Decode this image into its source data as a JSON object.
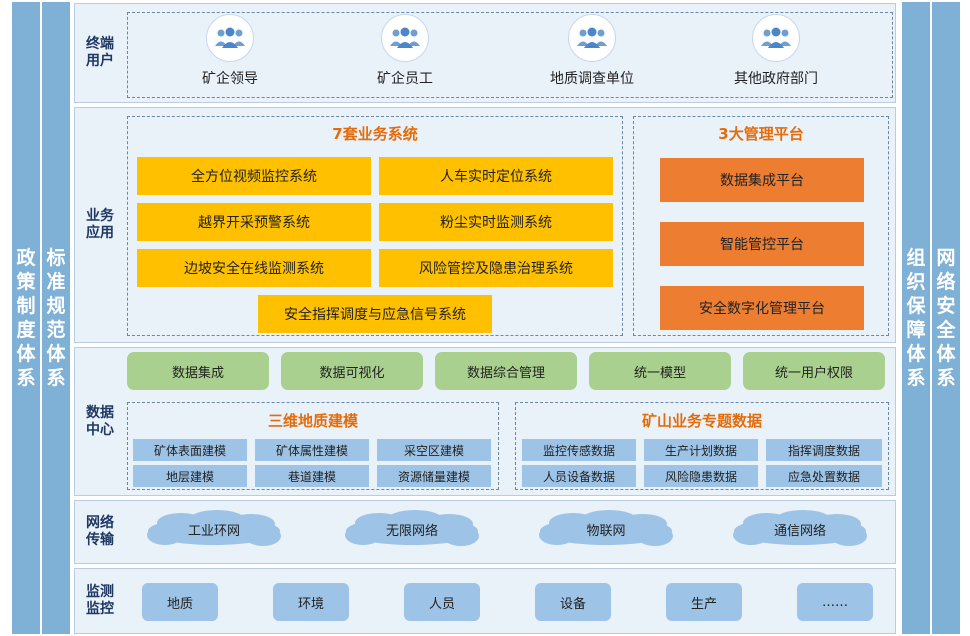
{
  "pillars": {
    "left_outer": "政策制度体系",
    "left_inner": "标准规范体系",
    "right_inner": "组织保障体系",
    "right_outer": "网络安全体系"
  },
  "terminal_users": {
    "label": "终端用户",
    "users": [
      "矿企领导",
      "矿企员工",
      "地质调查单位",
      "其他政府部门"
    ]
  },
  "business_apps": {
    "label": "业务应用",
    "systems_title": "7套业务系统",
    "systems": [
      "全方位视频监控系统",
      "人车实时定位系统",
      "越界开采预警系统",
      "粉尘实时监测系统",
      "边坡安全在线监测系统",
      "风险管控及隐患治理系统",
      "安全指挥调度与应急信号系统"
    ],
    "platforms_title": "3大管理平台",
    "platforms": [
      "数据集成平台",
      "智能管控平台",
      "安全数字化管理平台"
    ]
  },
  "data_center": {
    "label": "数据中心",
    "modules": [
      "数据集成",
      "数据可视化",
      "数据综合管理",
      "统一模型",
      "统一用户权限"
    ],
    "geo_title": "三维地质建模",
    "geo_items": [
      "矿体表面建模",
      "矿体属性建模",
      "采空区建模",
      "地层建模",
      "巷道建模",
      "资源储量建模"
    ],
    "mine_title": "矿山业务专题数据",
    "mine_items": [
      "监控传感数据",
      "生产计划数据",
      "指挥调度数据",
      "人员设备数据",
      "风险隐患数据",
      "应急处置数据"
    ]
  },
  "network": {
    "label": "网络传输",
    "items": [
      "工业环网",
      "无限网络",
      "物联网",
      "通信网络"
    ]
  },
  "monitoring": {
    "label": "监测监控",
    "items": [
      "地质",
      "环境",
      "人员",
      "设备",
      "生产",
      "……"
    ]
  },
  "colors": {
    "pillar": "#7fb0d5",
    "system": "#ffc000",
    "platform": "#ed7d31",
    "module": "#a9d08e",
    "cell": "#9dc3e6",
    "title_accent": "#e46c0a"
  }
}
